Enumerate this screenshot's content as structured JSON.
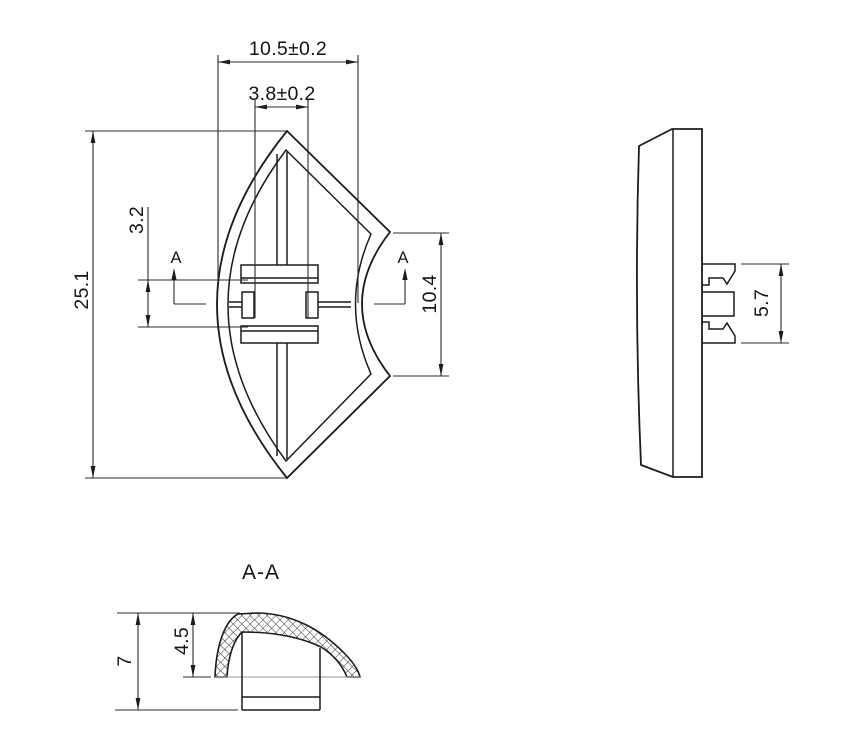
{
  "front_view": {
    "dim_outer_width": "10.5±0.2",
    "dim_inner_width": "3.8±0.2",
    "dim_total_height": "25.1",
    "dim_rib_gap": "3.2",
    "dim_side_height": "10.4",
    "section_arrow_left": "A",
    "section_arrow_right": "A"
  },
  "side_view": {
    "dim_stem_height": "5.7"
  },
  "section_view": {
    "title": "A-A",
    "dim_total_height": "7",
    "dim_dome_height": "4.5"
  },
  "colors": {
    "line": "#1c1c1c",
    "dimension_line": "#2b2b2b",
    "section_face_line": "#979797",
    "background": "#ffffff"
  }
}
